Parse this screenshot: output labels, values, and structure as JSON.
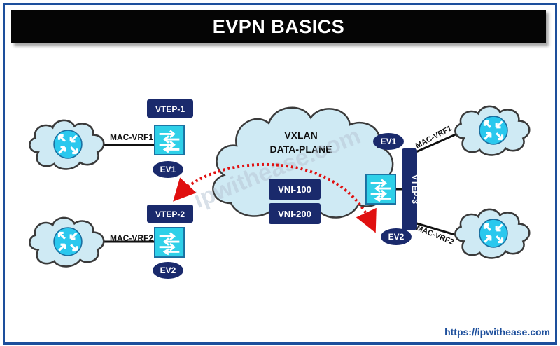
{
  "title": "EVPN BASICS",
  "cloud_label_line1": "VXLAN",
  "cloud_label_line2": "DATA-PLANE",
  "vni": [
    "VNI-100",
    "VNI-200"
  ],
  "vtep1": {
    "name": "VTEP-1",
    "ev": "EV1",
    "link": "MAC-VRF1"
  },
  "vtep2": {
    "name": "VTEP-2",
    "ev": "EV2",
    "link": "MAC-VRF2"
  },
  "vtep3": {
    "name": "VTEP-3",
    "ev1": "EV1",
    "ev2": "EV2",
    "link1": "MAC-VRF1",
    "link2": "MAC-VRF2"
  },
  "website": "https://ipwithease.com",
  "watermark": "ipwithease.com",
  "colors": {
    "navy": "#1a2a6c",
    "switch": "#2fd0e8",
    "cloud": "#cfeaf4",
    "router": "#2ac8ee",
    "arrow": "#e01010",
    "border": "#1d4f9c"
  }
}
